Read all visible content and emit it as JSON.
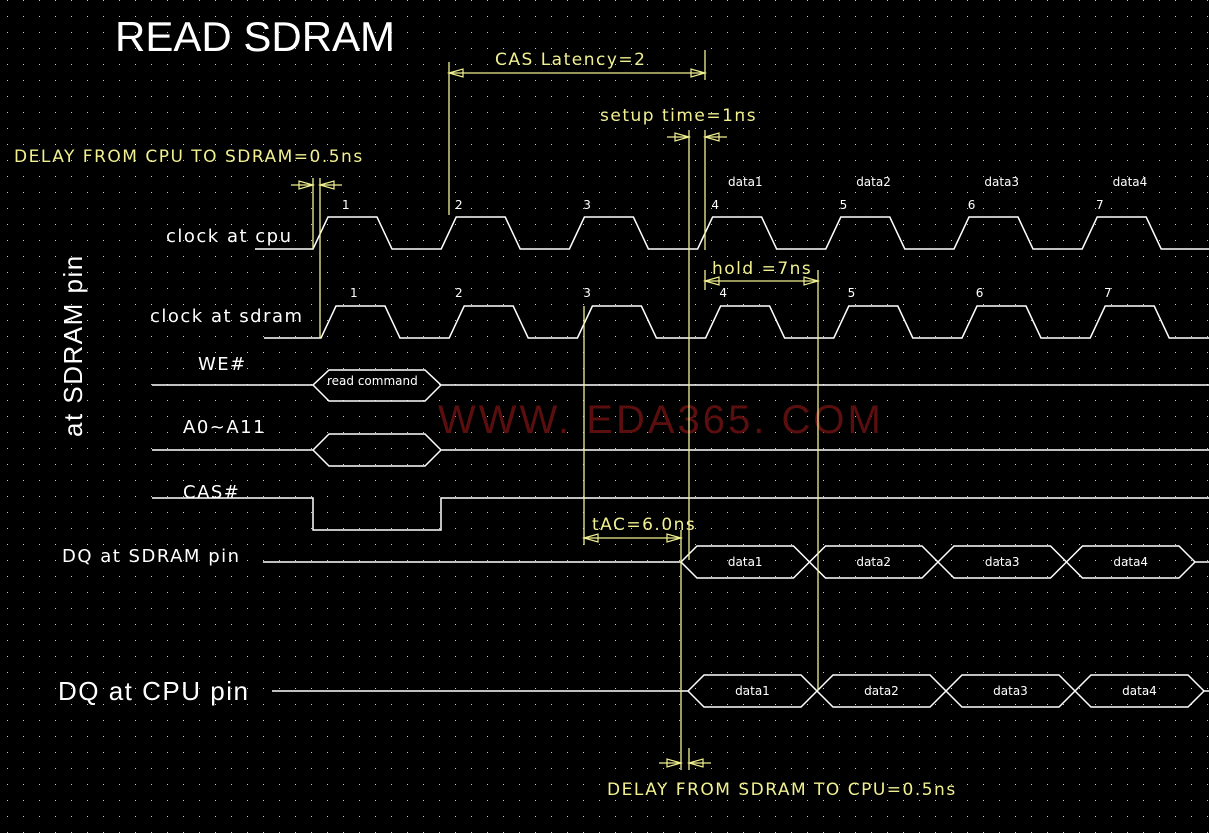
{
  "title": "READ SDRAM",
  "side_label": "at SDRAM pin",
  "watermark": "WWW. EDA365. COM",
  "colors": {
    "background": "#000000",
    "grid_dot": "#c8c8c8",
    "waveform": "#ffffff",
    "annotation": "#f0f090",
    "watermark": "#5a0e0e"
  },
  "signals": {
    "clock_cpu": "clock at cpu",
    "clock_sdram": "clock at sdram",
    "we": "WE#",
    "addr": "A0~A11",
    "cas": "CAS#",
    "dq_sdram": "DQ at SDRAM pin",
    "dq_cpu": "DQ at CPU pin"
  },
  "clock_cycles": [
    "1",
    "2",
    "3",
    "4",
    "5",
    "6",
    "7"
  ],
  "cpu_data_labels": [
    "data1",
    "data2",
    "data3",
    "data4"
  ],
  "command_label": "read command",
  "dq_sdram_data": [
    "data1",
    "data2",
    "data3",
    "data4"
  ],
  "dq_cpu_data": [
    "data1",
    "data2",
    "data3",
    "data4"
  ],
  "annotations": {
    "cas_latency": "CAS Latency=2",
    "setup_time": "setup time=1ns",
    "delay_cpu_to_sdram": "DELAY FROM CPU TO SDRAM=0.5ns",
    "hold": "hold =7ns",
    "tac": "tAC=6.0ns",
    "delay_sdram_to_cpu": "DELAY FROM SDRAM TO CPU=0.5ns"
  }
}
